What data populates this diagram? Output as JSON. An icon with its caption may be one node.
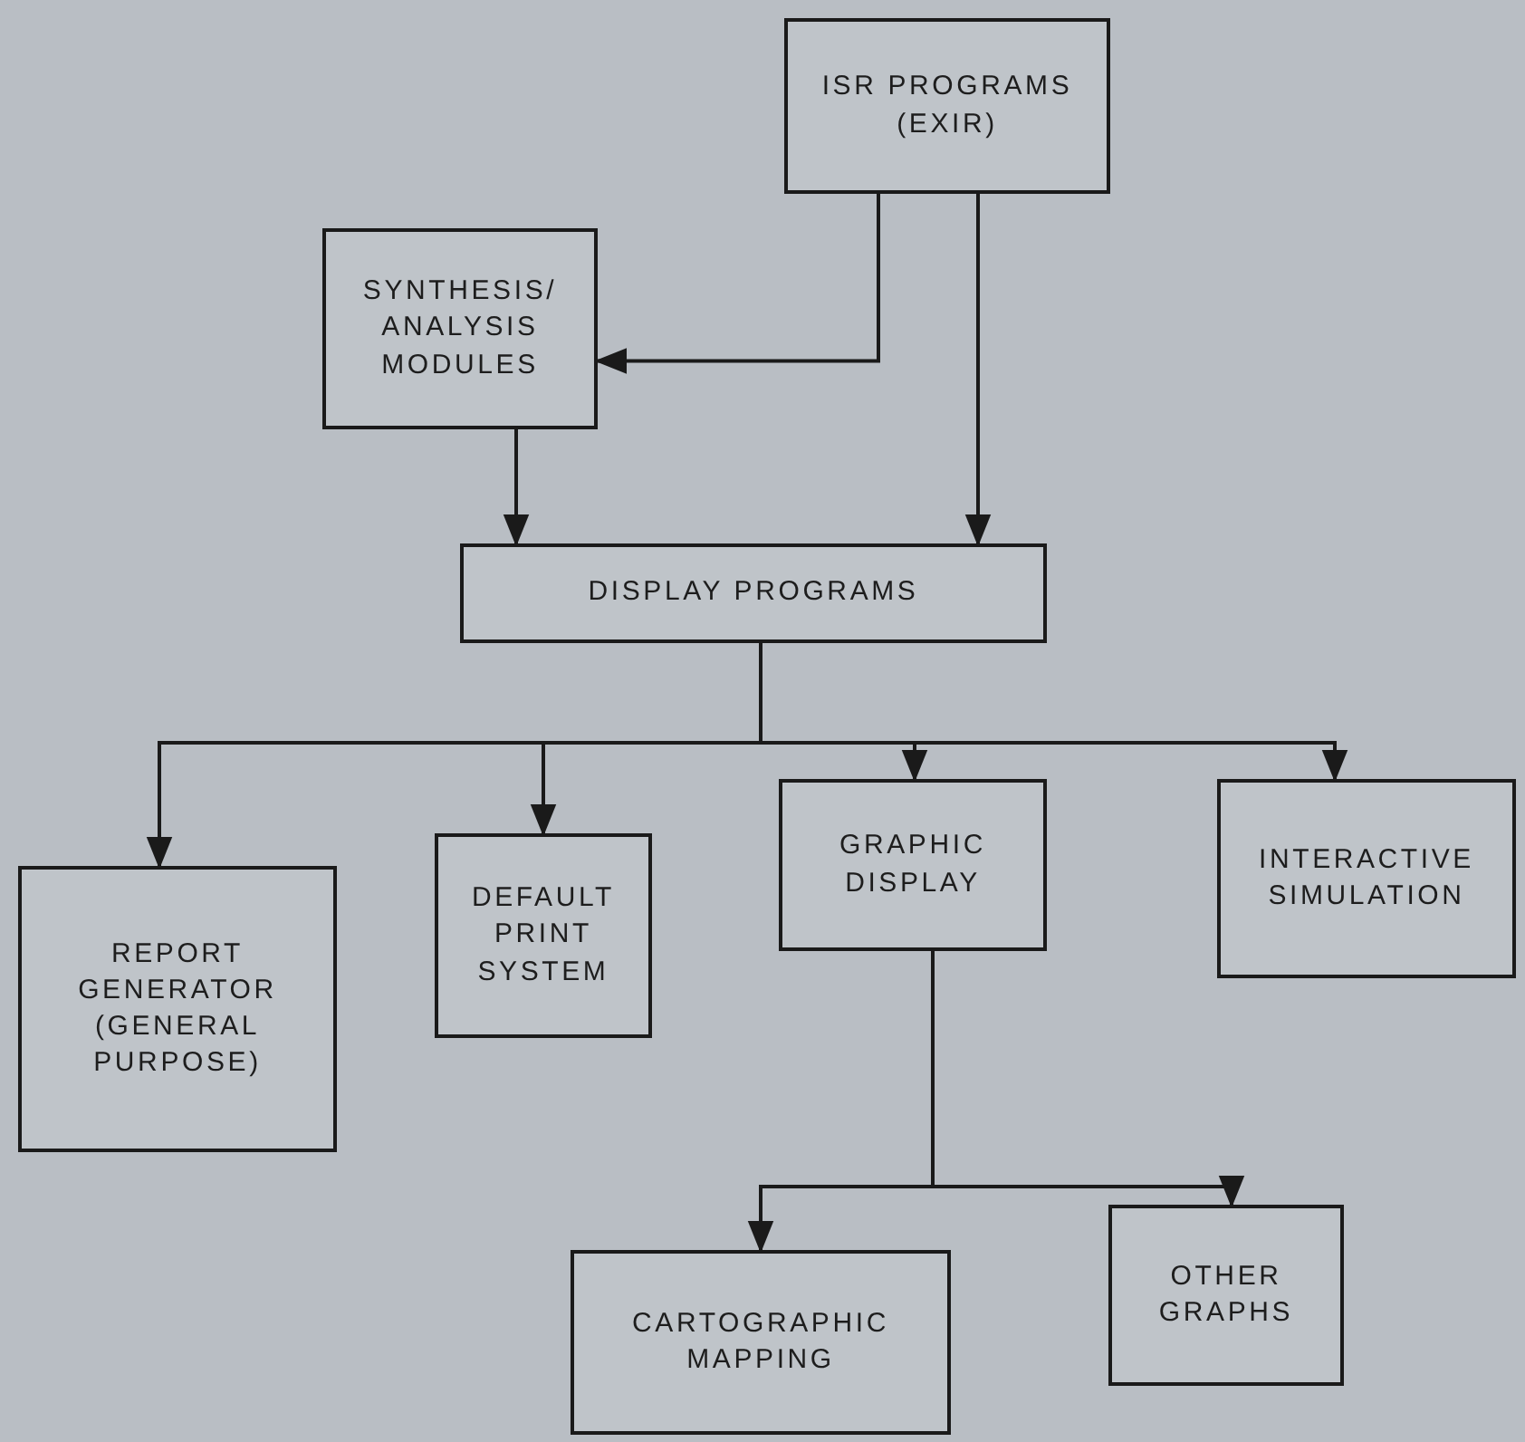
{
  "diagram": {
    "nodes": [
      {
        "text": [
          "ISR PROGRAMS (EXIR)"
        ]
      },
      {
        "text": [
          "SYNTHESIS/ ANALYSIS MODULES"
        ]
      },
      {
        "text": [
          "DISPLAY PROGRAMS"
        ]
      },
      {
        "text": [
          "REPORT GENERATOR (GENERAL PURPOSE)"
        ]
      },
      {
        "text": [
          "DEFAULT PRINT SYSTEM"
        ]
      },
      {
        "text": [
          "GRAPHIC DISPLAY"
        ]
      },
      {
        "text": [
          "INTERACTIVE SIMULATION"
        ]
      },
      {
        "text": [
          "CARTOGRAPHIC MAPPING"
        ]
      },
      {
        "text": [
          "OTHER GRAPHS"
        ]
      }
    ],
    "edges": [
      {
        "from": 0,
        "to": 1,
        "arrow": "to"
      },
      {
        "from": 0,
        "to": 2,
        "arrow": "to"
      },
      {
        "from": 1,
        "to": 2,
        "arrow": "to"
      },
      {
        "from": 2,
        "to": 3,
        "arrow": "to"
      },
      {
        "from": 2,
        "to": 4,
        "arrow": "to"
      },
      {
        "from": 2,
        "to": 5,
        "arrow": "to"
      },
      {
        "from": 2,
        "to": 6,
        "arrow": "to"
      },
      {
        "from": 5,
        "to": 7,
        "arrow": "to"
      },
      {
        "from": 5,
        "to": 8,
        "arrow": "to"
      }
    ]
  }
}
